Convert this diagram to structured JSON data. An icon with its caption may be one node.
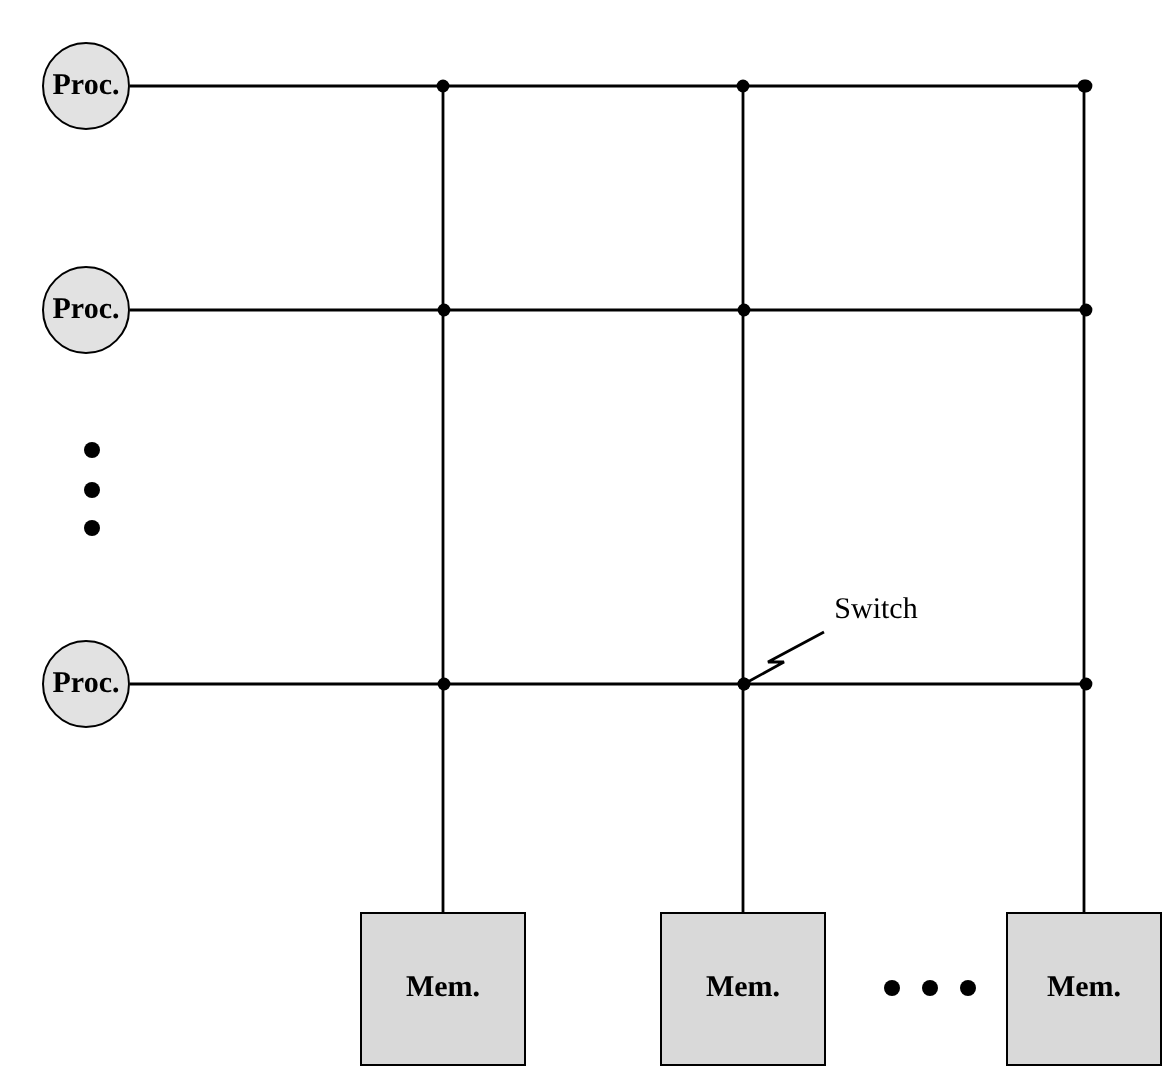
{
  "diagram": {
    "nodes": [
      {
        "text": [
          "Proc."
        ]
      },
      {
        "text": [
          "Proc."
        ]
      },
      {
        "text": [
          "Proc."
        ]
      },
      {
        "text": [
          "Mem."
        ]
      },
      {
        "text": [
          "Mem."
        ]
      },
      {
        "text": [
          "Mem."
        ]
      },
      {
        "text": [
          "Switch"
        ]
      }
    ],
    "edges": [
      {
        "from": 0,
        "to": null,
        "arrow": "other"
      },
      {
        "from": 1,
        "to": null,
        "arrow": "other"
      },
      {
        "from": 2,
        "to": null,
        "arrow": "other"
      },
      {
        "from": 3,
        "to": null,
        "arrow": "other"
      },
      {
        "from": 4,
        "to": null,
        "arrow": "other"
      },
      {
        "from": 5,
        "to": null,
        "arrow": "other"
      },
      {
        "from": 6,
        "to": null,
        "arrow": "other"
      }
    ]
  }
}
